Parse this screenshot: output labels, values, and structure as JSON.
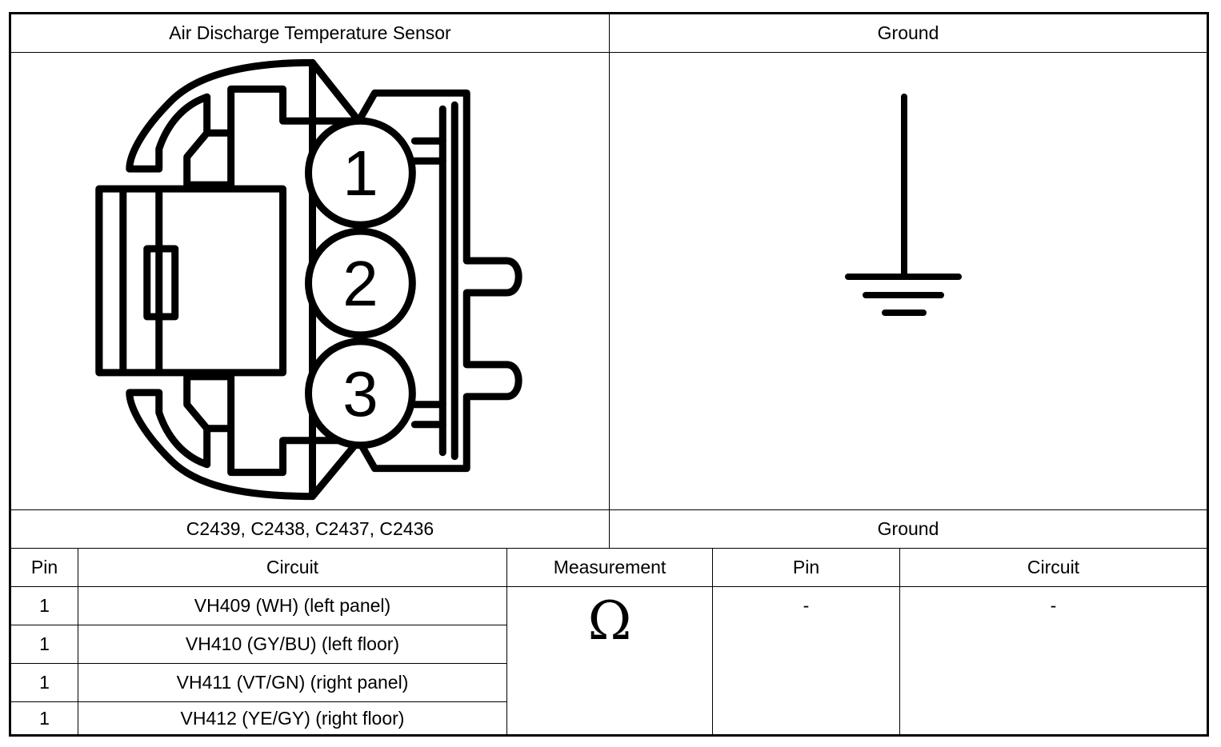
{
  "header": {
    "left_title": "Air Discharge Temperature Sensor",
    "right_title": "Ground"
  },
  "connector": {
    "pins": [
      "1",
      "2",
      "3"
    ],
    "connector_ids": "C2439, C2438, C2437, C2436"
  },
  "ground": {
    "label": "Ground",
    "symbol": "ground-symbol-icon"
  },
  "table": {
    "headers": [
      "Pin",
      "Circuit",
      "Measurement",
      "Pin",
      "Circuit"
    ],
    "rows": [
      {
        "pin": "1",
        "circuit": "VH409 (WH) (left panel)"
      },
      {
        "pin": "1",
        "circuit": "VH410 (GY/BU) (left floor)"
      },
      {
        "pin": "1",
        "circuit": "VH411 (VT/GN) (right panel)"
      },
      {
        "pin": "1",
        "circuit": "VH412 (YE/GY) (right floor)"
      }
    ],
    "measurement": "Ω",
    "ground_pin": "-",
    "ground_circuit": "-"
  }
}
